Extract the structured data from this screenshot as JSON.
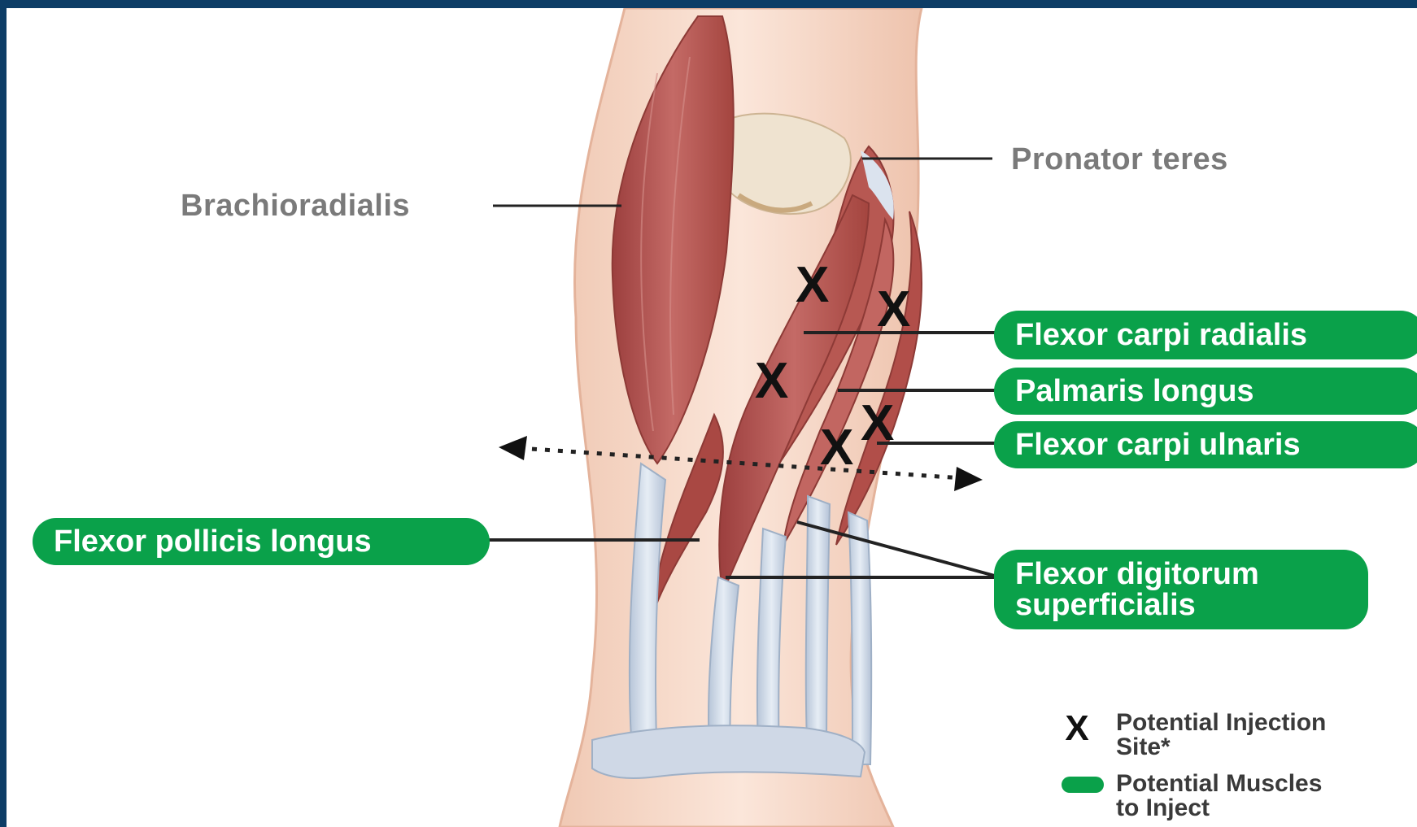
{
  "labels": {
    "brachioradialis": "Brachioradialis",
    "pronator_teres": "Pronator teres"
  },
  "muscles_to_inject": {
    "flexor_carpi_radialis": "Flexor carpi radialis",
    "palmaris_longus": "Palmaris longus",
    "flexor_carpi_ulnaris": "Flexor carpi ulnaris",
    "flexor_pollicis_longus": "Flexor pollicis longus",
    "flexor_digitorum_superficialis_line1": "Flexor digitorum",
    "flexor_digitorum_superficialis_line2": "superficialis"
  },
  "injection_mark": "X",
  "legend": {
    "injection_site_line1": "Potential Injection",
    "injection_site_line2": "Site*",
    "muscles_line1": "Potential Muscles",
    "muscles_line2": "to Inject",
    "x_symbol": "X"
  },
  "colors": {
    "pill_green": "#0aa14a",
    "muscle_red": "#b2504f",
    "tendon_blue": "#c7d3e2",
    "skin": "#f6d9c8",
    "frame_border": "#0d3d66"
  }
}
